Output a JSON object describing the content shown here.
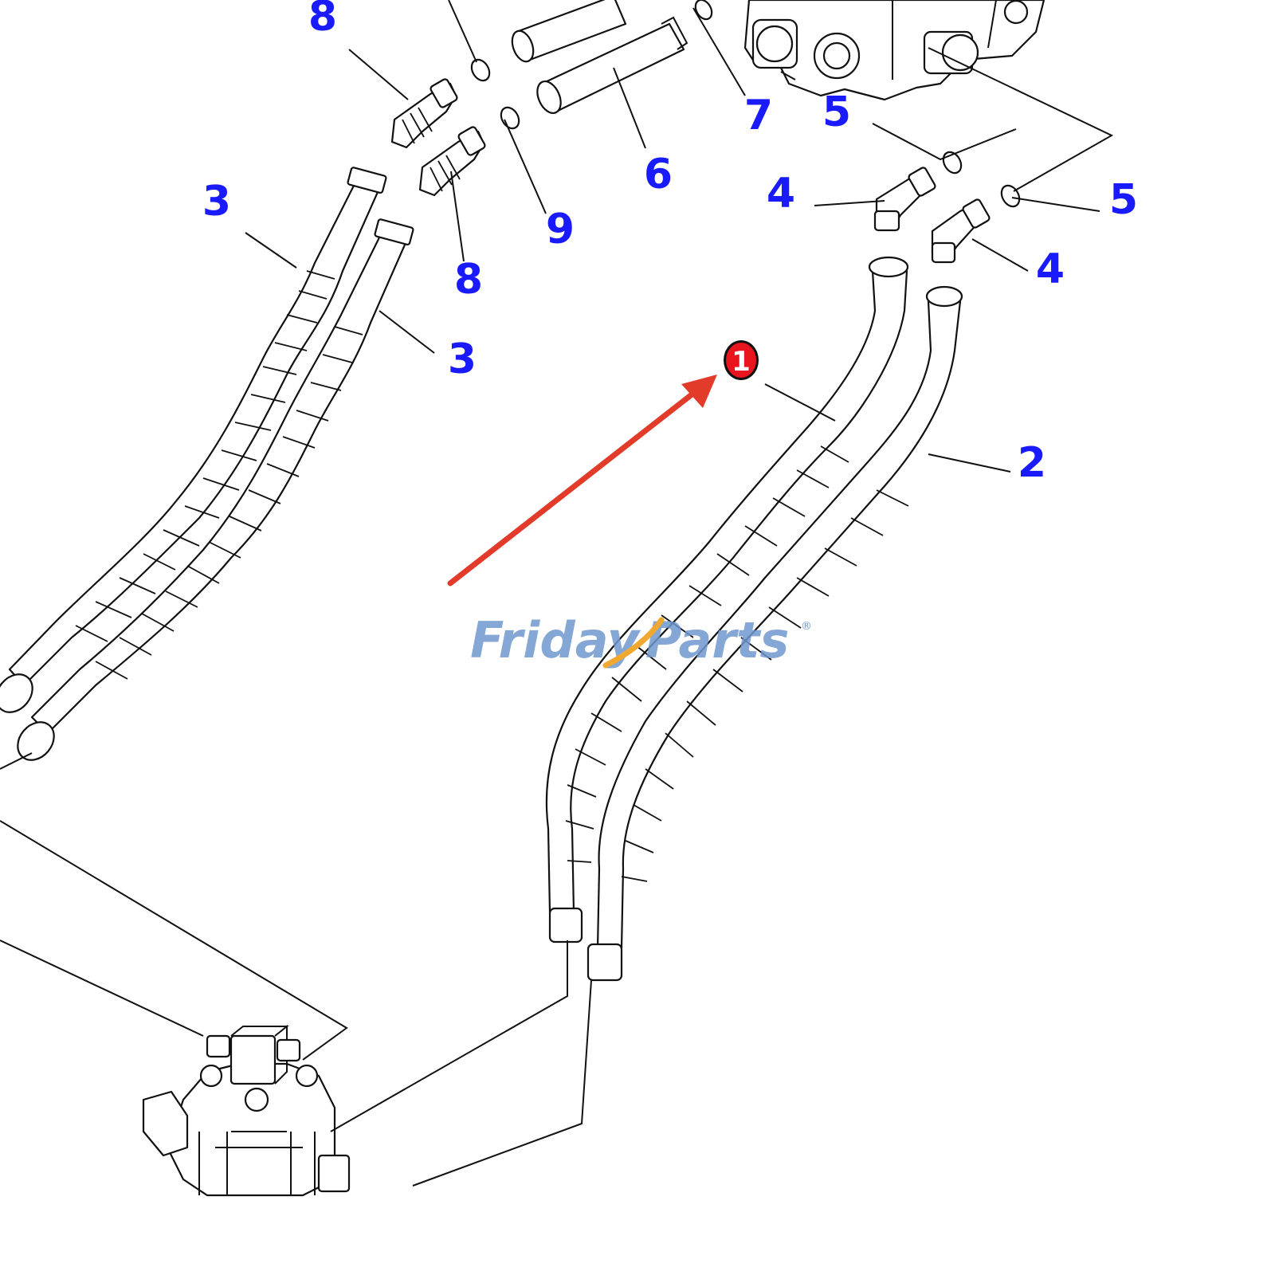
{
  "diagram": {
    "callouts": [
      {
        "id": "c8a",
        "label": "8"
      },
      {
        "id": "c8b",
        "label": "8"
      },
      {
        "id": "c7",
        "label": "7"
      },
      {
        "id": "c5a",
        "label": "5"
      },
      {
        "id": "c6",
        "label": "6"
      },
      {
        "id": "c4a",
        "label": "4"
      },
      {
        "id": "c5b",
        "label": "5"
      },
      {
        "id": "c3a",
        "label": "3"
      },
      {
        "id": "c9",
        "label": "9"
      },
      {
        "id": "c4b",
        "label": "4"
      },
      {
        "id": "c3b",
        "label": "3"
      },
      {
        "id": "c2",
        "label": "2"
      }
    ],
    "highlight": {
      "label": "1",
      "badge_color": "#e8141e",
      "arrow_color": "#e23b2a"
    },
    "callout_color": "#1a1aff",
    "watermark": {
      "text_left": "Friday",
      "text_right": "Parts",
      "registered": "®",
      "text_color": "#6f98cf",
      "accent_color": "#f0a830"
    }
  }
}
